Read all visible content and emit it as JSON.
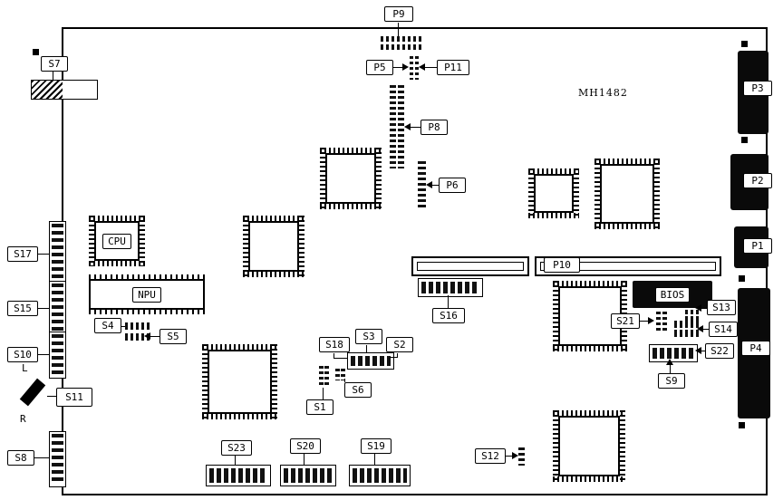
{
  "marking": "MH1482",
  "chips": {
    "cpu": "CPU",
    "npu": "NPU",
    "bios": "BIOS"
  },
  "connectors": {
    "P1": "P1",
    "P2": "P2",
    "P3": "P3",
    "P4": "P4",
    "P5": "P5",
    "P6": "P6",
    "P8": "P8",
    "P9": "P9",
    "P10": "P10",
    "P11": "P11"
  },
  "switches": {
    "S1": "S1",
    "S2": "S2",
    "S3": "S3",
    "S4": "S4",
    "S5": "S5",
    "S6": "S6",
    "S7": "S7",
    "S8": "S8",
    "S9": "S9",
    "S10": "S10",
    "S11": "S11",
    "S12": "S12",
    "S13": "S13",
    "S14": "S14",
    "S15": "S15",
    "S16": "S16",
    "S17": "S17",
    "S18": "S18",
    "S19": "S19",
    "S20": "S20",
    "S21": "S21",
    "S22": "S22",
    "S23": "S23"
  },
  "orientation": {
    "left": "L",
    "right": "R"
  }
}
